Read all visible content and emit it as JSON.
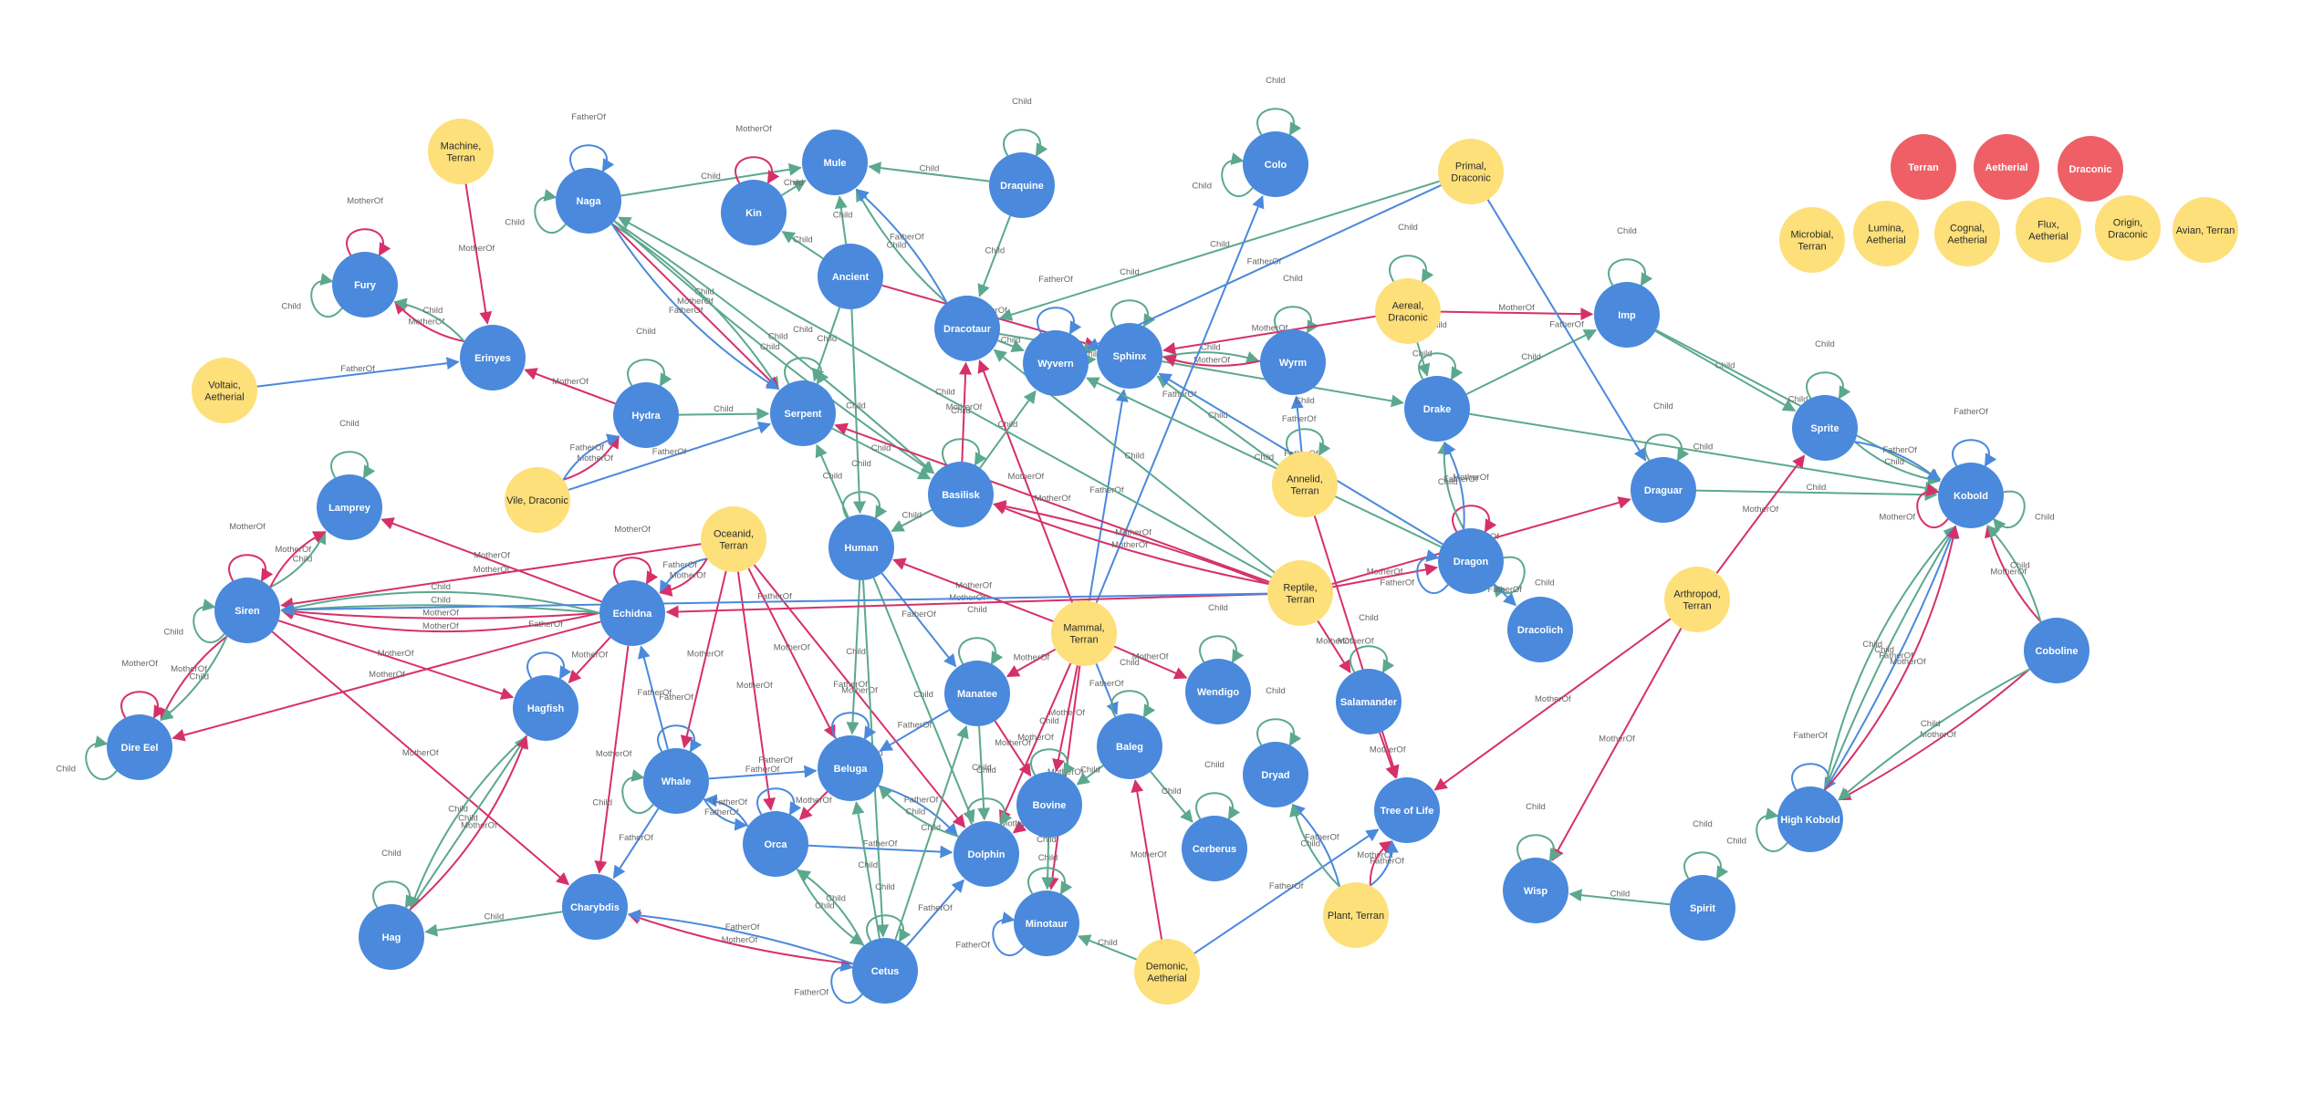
{
  "colors": {
    "species": "#4a89dc",
    "realm": "#ee6066",
    "trait": "#fde07a",
    "child": "#5ca88e",
    "mother": "#d63069",
    "father": "#4a89dc"
  },
  "nodes": [
    {
      "id": "mule",
      "label": "Mule",
      "type": "blue"
    },
    {
      "id": "naga",
      "label": "Naga",
      "type": "blue"
    },
    {
      "id": "kin",
      "label": "Kin",
      "type": "blue"
    },
    {
      "id": "draquine",
      "label": "Draquine",
      "type": "blue"
    },
    {
      "id": "colo",
      "label": "Colo",
      "type": "blue"
    },
    {
      "id": "ancient",
      "label": "Ancient",
      "type": "blue"
    },
    {
      "id": "fury",
      "label": "Fury",
      "type": "blue"
    },
    {
      "id": "erinyes",
      "label": "Erinyes",
      "type": "blue"
    },
    {
      "id": "draco",
      "label": "Dracotaur",
      "type": "blue"
    },
    {
      "id": "wyvern",
      "label": "Wyvern",
      "type": "blue"
    },
    {
      "id": "sphinx",
      "label": "Sphinx",
      "type": "blue"
    },
    {
      "id": "wyrm",
      "label": "Wyrm",
      "type": "blue"
    },
    {
      "id": "imp",
      "label": "Imp",
      "type": "blue"
    },
    {
      "id": "drake",
      "label": "Drake",
      "type": "blue"
    },
    {
      "id": "hydra",
      "label": "Hydra",
      "type": "blue"
    },
    {
      "id": "serpent",
      "label": "Serpent",
      "type": "blue"
    },
    {
      "id": "lamprey",
      "label": "Lamprey",
      "type": "blue"
    },
    {
      "id": "basilisk",
      "label": "Basilisk",
      "type": "blue"
    },
    {
      "id": "sprite",
      "label": "Sprite",
      "type": "blue"
    },
    {
      "id": "kobold",
      "label": "Kobold",
      "type": "blue"
    },
    {
      "id": "draguar",
      "label": "Draguar",
      "type": "blue"
    },
    {
      "id": "human",
      "label": "Human",
      "type": "blue"
    },
    {
      "id": "siren",
      "label": "Siren",
      "type": "blue"
    },
    {
      "id": "echidna",
      "label": "Echidna",
      "type": "blue"
    },
    {
      "id": "dragon",
      "label": "Dragon",
      "type": "blue"
    },
    {
      "id": "dracolich",
      "label": "Dracolich",
      "type": "blue"
    },
    {
      "id": "coboline",
      "label": "Coboline",
      "type": "blue"
    },
    {
      "id": "direeel",
      "label": "Dire Eel",
      "type": "blue"
    },
    {
      "id": "hagfish",
      "label": "Hagfish",
      "type": "blue"
    },
    {
      "id": "manatee",
      "label": "Manatee",
      "type": "blue"
    },
    {
      "id": "wendigo",
      "label": "Wendigo",
      "type": "blue"
    },
    {
      "id": "salamander",
      "label": "Salamander",
      "type": "blue"
    },
    {
      "id": "baleg",
      "label": "Baleg",
      "type": "blue"
    },
    {
      "id": "whale",
      "label": "Whale",
      "type": "blue"
    },
    {
      "id": "beluga",
      "label": "Beluga",
      "type": "blue"
    },
    {
      "id": "dryad",
      "label": "Dryad",
      "type": "blue"
    },
    {
      "id": "bovine",
      "label": "Bovine",
      "type": "blue"
    },
    {
      "id": "treeoflife",
      "label": "Tree of Life",
      "type": "blue"
    },
    {
      "id": "highkobold",
      "label": "High Kobold",
      "type": "blue"
    },
    {
      "id": "orca",
      "label": "Orca",
      "type": "blue"
    },
    {
      "id": "dolphin",
      "label": "Dolphin",
      "type": "blue"
    },
    {
      "id": "cerberus",
      "label": "Cerberus",
      "type": "blue"
    },
    {
      "id": "charybdis",
      "label": "Charybdis",
      "type": "blue"
    },
    {
      "id": "wisp",
      "label": "Wisp",
      "type": "blue"
    },
    {
      "id": "spirit",
      "label": "Spirit",
      "type": "blue"
    },
    {
      "id": "hag",
      "label": "Hag",
      "type": "blue"
    },
    {
      "id": "minotaur",
      "label": "Minotaur",
      "type": "blue"
    },
    {
      "id": "cetus",
      "label": "Cetus",
      "type": "blue"
    },
    {
      "id": "terran",
      "label": "Terran",
      "type": "red"
    },
    {
      "id": "aetherial",
      "label": "Aetherial",
      "type": "red"
    },
    {
      "id": "draconic",
      "label": "Draconic",
      "type": "red"
    },
    {
      "id": "machineterran",
      "label": "Machine,\nTerran",
      "type": "yellow"
    },
    {
      "id": "primaldraconic",
      "label": "Primal,\nDraconic",
      "type": "yellow"
    },
    {
      "id": "voltaicaetherial",
      "label": "Voltaic,\nAetherial",
      "type": "yellow"
    },
    {
      "id": "aerealdraconic",
      "label": "Aereal,\nDraconic",
      "type": "yellow"
    },
    {
      "id": "vilidraconic",
      "label": "Vile, Draconic",
      "type": "yellow"
    },
    {
      "id": "annelidterran",
      "label": "Annelid,\nTerran",
      "type": "yellow"
    },
    {
      "id": "oceanidterran",
      "label": "Oceanid,\nTerran",
      "type": "yellow"
    },
    {
      "id": "reptileterran",
      "label": "Reptile,\nTerran",
      "type": "yellow"
    },
    {
      "id": "mammalterran",
      "label": "Mammal,\nTerran",
      "type": "yellow"
    },
    {
      "id": "arthropodterran",
      "label": "Arthropod,\nTerran",
      "type": "yellow"
    },
    {
      "id": "plantterran",
      "label": "Plant, Terran",
      "type": "yellow"
    },
    {
      "id": "demonicaetherial",
      "label": "Demonic,\nAetherial",
      "type": "yellow"
    },
    {
      "id": "microbialterran",
      "label": "Microbial,\nTerran",
      "type": "yellow"
    },
    {
      "id": "luminaaetherial",
      "label": "Lumina,\nAetherial",
      "type": "yellow"
    },
    {
      "id": "cognalaetherial",
      "label": "Cognal,\nAetherial",
      "type": "yellow"
    },
    {
      "id": "fluxaetherial",
      "label": "Flux,\nAetherial",
      "type": "yellow"
    },
    {
      "id": "origindraconic",
      "label": "Origin,\nDraconic",
      "type": "yellow"
    },
    {
      "id": "avianterran",
      "label": "Avian, Terran",
      "type": "yellow"
    }
  ],
  "edges": [
    [
      "naga",
      "mule",
      "Child"
    ],
    [
      "kin",
      "mule",
      "Child"
    ],
    [
      "draquine",
      "mule",
      "Child"
    ],
    [
      "ancient",
      "kin",
      "Child"
    ],
    [
      "draco",
      "mule",
      "Child"
    ],
    [
      "draco",
      "mule",
      "FatherOf"
    ],
    [
      "naga",
      "naga",
      "FatherOf"
    ],
    [
      "naga",
      "naga",
      "Child"
    ],
    [
      "kin",
      "kin",
      "MotherOf"
    ],
    [
      "draquine",
      "draquine",
      "Child"
    ],
    [
      "colo",
      "colo",
      "Child"
    ],
    [
      "fury",
      "fury",
      "MotherOf"
    ],
    [
      "fury",
      "fury",
      "Child"
    ],
    [
      "erinyes",
      "fury",
      "MotherOf"
    ],
    [
      "erinyes",
      "fury",
      "Child"
    ],
    [
      "machineterran",
      "erinyes",
      "MotherOf"
    ],
    [
      "voltaicaetherial",
      "erinyes",
      "FatherOf"
    ],
    [
      "naga",
      "serpent",
      "Child"
    ],
    [
      "naga",
      "serpent",
      "MotherOf"
    ],
    [
      "naga",
      "serpent",
      "FatherOf"
    ],
    [
      "naga",
      "basilisk",
      "Child"
    ],
    [
      "naga",
      "basilisk",
      "Child"
    ],
    [
      "ancient",
      "serpent",
      "Child"
    ],
    [
      "ancient",
      "human",
      "Child"
    ],
    [
      "ancient",
      "mule",
      "Child"
    ],
    [
      "ancient",
      "sphinx",
      "MotherOf"
    ],
    [
      "draquine",
      "draco",
      "Child"
    ],
    [
      "draco",
      "wyvern",
      "Child"
    ],
    [
      "draco",
      "sphinx",
      "Child"
    ],
    [
      "wyvern",
      "sphinx",
      "Child"
    ],
    [
      "wyvern",
      "wyvern",
      "FatherOf"
    ],
    [
      "sphinx",
      "sphinx",
      "Child"
    ],
    [
      "sphinx",
      "wyrm",
      "Child"
    ],
    [
      "wyrm",
      "wyrm",
      "Child"
    ],
    [
      "sphinx",
      "drake",
      "Child"
    ],
    [
      "wyrm",
      "sphinx",
      "MotherOf"
    ],
    [
      "aerealdraconic",
      "sphinx",
      "MotherOf"
    ],
    [
      "aerealdraconic",
      "aerealdraconic",
      "Child"
    ],
    [
      "aerealdraconic",
      "imp",
      "MotherOf"
    ],
    [
      "aerealdraconic",
      "drake",
      "Child"
    ],
    [
      "imp",
      "imp",
      "Child"
    ],
    [
      "drake",
      "imp",
      "Child"
    ],
    [
      "imp",
      "sprite",
      "Child"
    ],
    [
      "imp",
      "kobold",
      "Child"
    ],
    [
      "drake",
      "kobold",
      "Child"
    ],
    [
      "drake",
      "drake",
      "Child"
    ],
    [
      "primaldraconic",
      "wyvern",
      "FatherOf"
    ],
    [
      "primaldraconic",
      "draguar",
      "FatherOf"
    ],
    [
      "primaldraconic",
      "draco",
      "Child"
    ],
    [
      "colo",
      "colo",
      "Child"
    ],
    [
      "hydra",
      "hydra",
      "Child"
    ],
    [
      "hydra",
      "serpent",
      "Child"
    ],
    [
      "vilidraconic",
      "hydra",
      "MotherOf"
    ],
    [
      "vilidraconic",
      "hydra",
      "FatherOf"
    ],
    [
      "vilidraconic",
      "serpent",
      "FatherOf"
    ],
    [
      "hydra",
      "erinyes",
      "MotherOf"
    ],
    [
      "serpent",
      "serpent",
      "Child"
    ],
    [
      "serpent",
      "basilisk",
      "Child"
    ],
    [
      "basilisk",
      "basilisk",
      "Child"
    ],
    [
      "basilisk",
      "human",
      "Child"
    ],
    [
      "basilisk",
      "draco",
      "MotherOf"
    ],
    [
      "basilisk",
      "wyvern",
      "Child"
    ],
    [
      "lamprey",
      "lamprey",
      "Child"
    ],
    [
      "siren",
      "lamprey",
      "Child"
    ],
    [
      "siren",
      "lamprey",
      "MotherOf"
    ],
    [
      "siren",
      "siren",
      "MotherOf"
    ],
    [
      "siren",
      "siren",
      "Child"
    ],
    [
      "siren",
      "direeel",
      "MotherOf"
    ],
    [
      "siren",
      "direeel",
      "Child"
    ],
    [
      "direeel",
      "direeel",
      "MotherOf"
    ],
    [
      "direeel",
      "direeel",
      "Child"
    ],
    [
      "echidna",
      "siren",
      "MotherOf"
    ],
    [
      "echidna",
      "siren",
      "MotherOf"
    ],
    [
      "echidna",
      "siren",
      "Child"
    ],
    [
      "echidna",
      "siren",
      "Child"
    ],
    [
      "echidna",
      "echidna",
      "MotherOf"
    ],
    [
      "echidna",
      "lamprey",
      "MotherOf"
    ],
    [
      "echidna",
      "hagfish",
      "MotherOf"
    ],
    [
      "echidna",
      "direeel",
      "MotherOf"
    ],
    [
      "echidna",
      "charybdis",
      "MotherOf"
    ],
    [
      "oceanidterran",
      "echidna",
      "FatherOf"
    ],
    [
      "oceanidterran",
      "echidna",
      "MotherOf"
    ],
    [
      "oceanidterran",
      "whale",
      "MotherOf"
    ],
    [
      "oceanidterran",
      "orca",
      "MotherOf"
    ],
    [
      "oceanidterran",
      "beluga",
      "MotherOf"
    ],
    [
      "oceanidterran",
      "dolphin",
      "MotherOf"
    ],
    [
      "oceanidterran",
      "siren",
      "MotherOf"
    ],
    [
      "human",
      "human",
      "Child"
    ],
    [
      "human",
      "serpent",
      "Child"
    ],
    [
      "human",
      "manatee",
      "FatherOf"
    ],
    [
      "human",
      "cetus",
      "Child"
    ],
    [
      "human",
      "beluga",
      "Child"
    ],
    [
      "human",
      "dolphin",
      "Child"
    ],
    [
      "siren",
      "hagfish",
      "MotherOf"
    ],
    [
      "siren",
      "charybdis",
      "MotherOf"
    ],
    [
      "hagfish",
      "hagfish",
      "FatherOf"
    ],
    [
      "hagfish",
      "hag",
      "Child"
    ],
    [
      "hag",
      "hagfish",
      "Child"
    ],
    [
      "hag",
      "hagfish",
      "MotherOf"
    ],
    [
      "hag",
      "hag",
      "Child"
    ],
    [
      "charybdis",
      "hag",
      "Child"
    ],
    [
      "whale",
      "whale",
      "FatherOf"
    ],
    [
      "whale",
      "whale",
      "Child"
    ],
    [
      "whale",
      "beluga",
      "FatherOf"
    ],
    [
      "whale",
      "orca",
      "FatherOf"
    ],
    [
      "whale",
      "charybdis",
      "FatherOf"
    ],
    [
      "whale",
      "echidna",
      "FatherOf"
    ],
    [
      "beluga",
      "beluga",
      "FatherOf"
    ],
    [
      "beluga",
      "orca",
      "MotherOf"
    ],
    [
      "beluga",
      "dolphin",
      "FatherOf"
    ],
    [
      "orca",
      "orca",
      "FatherOf"
    ],
    [
      "orca",
      "dolphin",
      "FatherOf"
    ],
    [
      "orca",
      "cetus",
      "Child"
    ],
    [
      "orca",
      "whale",
      "FatherOf"
    ],
    [
      "cetus",
      "cetus",
      "Child"
    ],
    [
      "cetus",
      "cetus",
      "FatherOf"
    ],
    [
      "cetus",
      "charybdis",
      "MotherOf"
    ],
    [
      "cetus",
      "charybdis",
      "FatherOf"
    ],
    [
      "cetus",
      "dolphin",
      "FatherOf"
    ],
    [
      "cetus",
      "orca",
      "Child"
    ],
    [
      "cetus",
      "beluga",
      "Child"
    ],
    [
      "cetus",
      "manatee",
      "Child"
    ],
    [
      "mammalterran",
      "human",
      "MotherOf"
    ],
    [
      "mammalterran",
      "manatee",
      "MotherOf"
    ],
    [
      "mammalterran",
      "wendigo",
      "MotherOf"
    ],
    [
      "mammalterran",
      "baleg",
      "FatherOf"
    ],
    [
      "mammalterran",
      "bovine",
      "MotherOf"
    ],
    [
      "mammalterran",
      "dolphin",
      "MotherOf"
    ],
    [
      "mammalterran",
      "minotaur",
      "MotherOf"
    ],
    [
      "mammalterran",
      "draco",
      "MotherOf"
    ],
    [
      "mammalterran",
      "sphinx",
      "FatherOf"
    ],
    [
      "mammalterran",
      "colo",
      "FatherOf"
    ],
    [
      "manatee",
      "manatee",
      "Child"
    ],
    [
      "manatee",
      "dolphin",
      "Child"
    ],
    [
      "manatee",
      "beluga",
      "FatherOf"
    ],
    [
      "manatee",
      "bovine",
      "MotherOf"
    ],
    [
      "wendigo",
      "wendigo",
      "Child"
    ],
    [
      "baleg",
      "baleg",
      "Child"
    ],
    [
      "baleg",
      "cerberus",
      "Child"
    ],
    [
      "baleg",
      "bovine",
      "Child"
    ],
    [
      "bovine",
      "bovine",
      "Child"
    ],
    [
      "bovine",
      "minotaur",
      "Child"
    ],
    [
      "bovine",
      "dolphin",
      "MotherOf"
    ],
    [
      "minotaur",
      "minotaur",
      "Child"
    ],
    [
      "minotaur",
      "minotaur",
      "FatherOf"
    ],
    [
      "dolphin",
      "dolphin",
      "Child"
    ],
    [
      "dolphin",
      "beluga",
      "Child"
    ],
    [
      "cerberus",
      "cerberus",
      "Child"
    ],
    [
      "dryad",
      "dryad",
      "Child"
    ],
    [
      "demonicaetherial",
      "baleg",
      "MotherOf"
    ],
    [
      "demonicaetherial",
      "minotaur",
      "Child"
    ],
    [
      "demonicaetherial",
      "treeoflife",
      "FatherOf"
    ],
    [
      "plantterran",
      "dryad",
      "FatherOf"
    ],
    [
      "plantterran",
      "dryad",
      "Child"
    ],
    [
      "plantterran",
      "treeoflife",
      "MotherOf"
    ],
    [
      "plantterran",
      "treeoflife",
      "FatherOf"
    ],
    [
      "salamander",
      "salamander",
      "Child"
    ],
    [
      "salamander",
      "treeoflife",
      "MotherOf"
    ],
    [
      "reptileterran",
      "salamander",
      "MotherOf"
    ],
    [
      "reptileterran",
      "dragon",
      "MotherOf"
    ],
    [
      "reptileterran",
      "echidna",
      "MotherOf"
    ],
    [
      "reptileterran",
      "siren",
      "FatherOf"
    ],
    [
      "reptileterran",
      "serpent",
      "MotherOf"
    ],
    [
      "reptileterran",
      "basilisk",
      "MotherOf"
    ],
    [
      "reptileterran",
      "basilisk",
      "MotherOf"
    ],
    [
      "reptileterran",
      "draguar",
      "MotherOf"
    ],
    [
      "reptileterran",
      "draco",
      "Child"
    ],
    [
      "reptileterran",
      "naga",
      "Child"
    ],
    [
      "annelidterran",
      "wyrm",
      "FatherOf"
    ],
    [
      "annelidterran",
      "annelidterran",
      "Child"
    ],
    [
      "annelidterran",
      "sphinx",
      "Child"
    ],
    [
      "annelidterran",
      "treeoflife",
      "MotherOf"
    ],
    [
      "dragon",
      "dragon",
      "MotherOf"
    ],
    [
      "dragon",
      "dragon",
      "FatherOf"
    ],
    [
      "dragon",
      "dragon",
      "Child"
    ],
    [
      "dragon",
      "dracolich",
      "FatherOf"
    ],
    [
      "dragon",
      "drake",
      "Child"
    ],
    [
      "dragon",
      "drake",
      "FatherOf"
    ],
    [
      "dragon",
      "sphinx",
      "FatherOf"
    ],
    [
      "dragon",
      "wyvern",
      "Child"
    ],
    [
      "draguar",
      "draguar",
      "Child"
    ],
    [
      "draguar",
      "kobold",
      "Child"
    ],
    [
      "arthropodterran",
      "sprite",
      "MotherOf"
    ],
    [
      "arthropodterran",
      "treeoflife",
      "MotherOf"
    ],
    [
      "arthropodterran",
      "wisp",
      "MotherOf"
    ],
    [
      "sprite",
      "sprite",
      "Child"
    ],
    [
      "sprite",
      "kobold",
      "Child"
    ],
    [
      "sprite",
      "kobold",
      "FatherOf"
    ],
    [
      "kobold",
      "kobold",
      "FatherOf"
    ],
    [
      "kobold",
      "kobold",
      "MotherOf"
    ],
    [
      "kobold",
      "kobold",
      "Child"
    ],
    [
      "coboline",
      "kobold",
      "MotherOf"
    ],
    [
      "coboline",
      "kobold",
      "Child"
    ],
    [
      "coboline",
      "highkobold",
      "MotherOf"
    ],
    [
      "coboline",
      "highkobold",
      "Child"
    ],
    [
      "highkobold",
      "highkobold",
      "FatherOf"
    ],
    [
      "highkobold",
      "highkobold",
      "Child"
    ],
    [
      "highkobold",
      "kobold",
      "Child"
    ],
    [
      "highkobold",
      "kobold",
      "Child"
    ],
    [
      "highkobold",
      "kobold",
      "FatherOf"
    ],
    [
      "highkobold",
      "kobold",
      "MotherOf"
    ],
    [
      "spirit",
      "wisp",
      "Child"
    ],
    [
      "spirit",
      "spirit",
      "Child"
    ],
    [
      "wisp",
      "wisp",
      "Child"
    ]
  ]
}
